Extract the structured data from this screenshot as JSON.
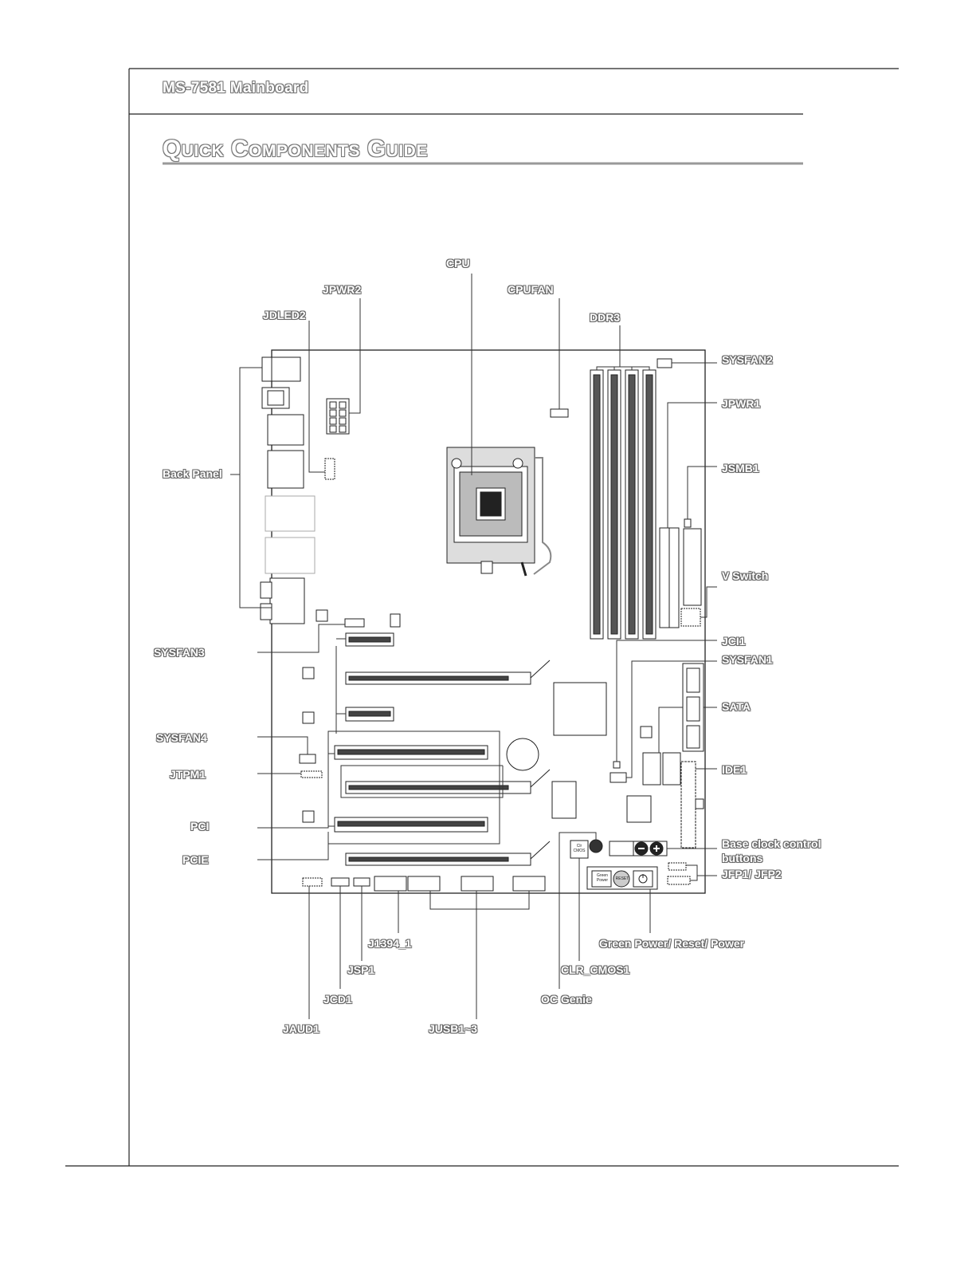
{
  "page": {
    "header": "MS-7581 Mainboard",
    "section_title": "Quick Components Guide"
  },
  "callouts": {
    "cpu": "CPU",
    "jpwr2": "JPWR2",
    "cpufan": "CPUFAN",
    "jdled2": "JDLED2",
    "ddr3": "DDR3",
    "sysfan2": "SYSFAN2",
    "jpwr1": "JPWR1",
    "back_panel": "Back Panel",
    "jsmb1": "JSMB1",
    "v_switch": "V  Switch",
    "jci1": "JCI1",
    "sysfan3": "SYSFAN3",
    "sysfan1": "SYSFAN1",
    "sata": "SATA",
    "sysfan4": "SYSFAN4",
    "jtpm1": "JTPM1",
    "ide1": "IDE1",
    "pci": "PCI",
    "pcie": "PCIE",
    "base_clock": "Base clock control buttons",
    "jfp": "JFP1/  JFP2",
    "j1394": "J1394_1",
    "green_power": "Green Power/ Reset/ Power",
    "jsp1": "JSP1",
    "clr_cmos1": "CLR_CMOS1",
    "jcd1": "JCD1",
    "oc_genie": "OC Genie",
    "jaud1": "JAUD1",
    "jusb": "JUSB1~3"
  },
  "board_labels": {
    "green_power_btn": "Green Power",
    "reset_btn": "RESET",
    "clr_cmos_btn": "Clr CMOS"
  },
  "colors": {
    "line": "#333333",
    "label_outline": "#666666",
    "header_rule": "#999999"
  },
  "icons": {
    "power_button": "power-icon",
    "minus_button": "minus-icon",
    "plus_button": "plus-icon"
  }
}
